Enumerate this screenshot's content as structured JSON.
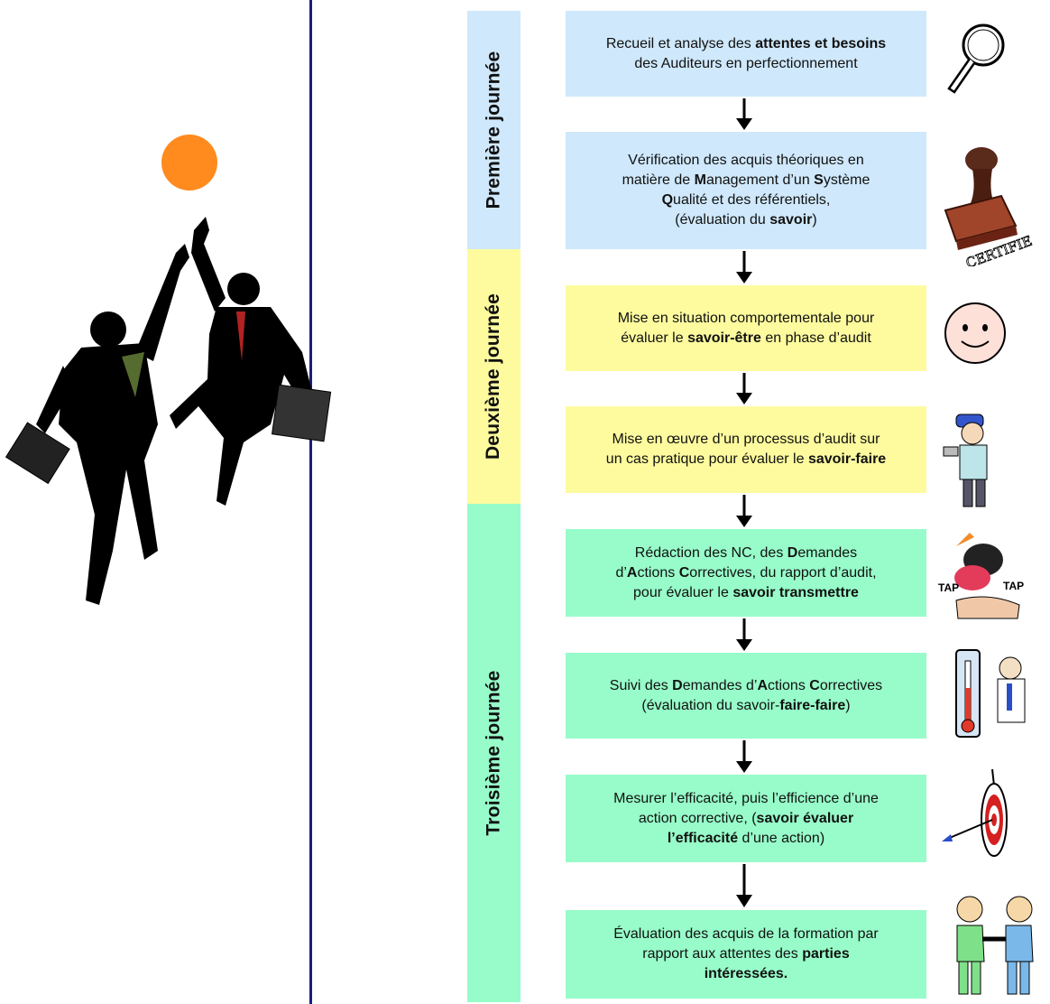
{
  "colors": {
    "blue": "#cfe8fb",
    "yellow": "#fdfb9e",
    "green": "#97fcc9",
    "divider": "#1a1f7a",
    "sun": "#ff8a1e"
  },
  "days": [
    {
      "label": "Première journée",
      "color": "blue"
    },
    {
      "label": "Deuxième journée",
      "color": "yellow"
    },
    {
      "label": "Troisième journée",
      "color": "green"
    }
  ],
  "steps": [
    {
      "color": "blue",
      "icon": "magnifying-glass-icon",
      "lines": [
        [
          {
            "t": "Recueil et analyse des "
          },
          {
            "t": "attentes et besoins",
            "b": 1
          }
        ],
        [
          {
            "t": "des Auditeurs en perfectionnement"
          }
        ]
      ]
    },
    {
      "color": "blue",
      "icon": "certified-stamp-icon",
      "lines": [
        [
          {
            "t": "Vérification des acquis théoriques en"
          }
        ],
        [
          {
            "t": "matière de "
          },
          {
            "t": "M",
            "b": 1
          },
          {
            "t": "anagement d’un "
          },
          {
            "t": "S",
            "b": 1
          },
          {
            "t": "ystème"
          }
        ],
        [
          {
            "t": "Q",
            "b": 1
          },
          {
            "t": "ualité et des référentiels,"
          }
        ],
        [
          {
            "t": "(évaluation du "
          },
          {
            "t": "savoir",
            "b": 1
          },
          {
            "t": ")"
          }
        ]
      ]
    },
    {
      "color": "yellow",
      "icon": "smiley-face-icon",
      "lines": [
        [
          {
            "t": "Mise en situation comportementale pour"
          }
        ],
        [
          {
            "t": "évaluer le "
          },
          {
            "t": "savoir-être",
            "b": 1
          },
          {
            "t": " en phase d’audit"
          }
        ]
      ]
    },
    {
      "color": "yellow",
      "icon": "inspector-icon",
      "lines": [
        [
          {
            "t": "Mise en œuvre d’un processus d’audit sur"
          }
        ],
        [
          {
            "t": "un cas pratique pour évaluer le "
          },
          {
            "t": "savoir-faire",
            "b": 1
          }
        ]
      ]
    },
    {
      "color": "green",
      "icon": "cartoon-typing-icon",
      "lines": [
        [
          {
            "t": "Rédaction des NC, des "
          },
          {
            "t": "D",
            "b": 1
          },
          {
            "t": "emandes"
          }
        ],
        [
          {
            "t": "d’"
          },
          {
            "t": "A",
            "b": 1
          },
          {
            "t": "ctions "
          },
          {
            "t": "C",
            "b": 1
          },
          {
            "t": "orrectives, du rapport d’audit,"
          }
        ],
        [
          {
            "t": "pour évaluer le "
          },
          {
            "t": "savoir transmettre",
            "b": 1
          }
        ]
      ]
    },
    {
      "color": "green",
      "icon": "doctor-thermometer-icon",
      "lines": [
        [
          {
            "t": "Suivi des "
          },
          {
            "t": "D",
            "b": 1
          },
          {
            "t": "emandes d’"
          },
          {
            "t": "A",
            "b": 1
          },
          {
            "t": "ctions "
          },
          {
            "t": "C",
            "b": 1
          },
          {
            "t": "orrectives"
          }
        ],
        [
          {
            "t": "(évaluation du savoir-"
          },
          {
            "t": "faire-faire",
            "b": 1
          },
          {
            "t": ")"
          }
        ]
      ]
    },
    {
      "color": "green",
      "icon": "target-dart-icon",
      "lines": [
        [
          {
            "t": "Mesurer l’efficacité, puis l’efficience d’une"
          }
        ],
        [
          {
            "t": "action corrective, ("
          },
          {
            "t": "savoir évaluer",
            "b": 1
          }
        ],
        [
          {
            "t": "l’efficacité",
            "b": 1
          },
          {
            "t": " d’une action)"
          }
        ]
      ]
    },
    {
      "color": "green",
      "icon": "handshake-icon",
      "lines": [
        [
          {
            "t": "Évaluation des acquis de la formation par"
          }
        ],
        [
          {
            "t": "rapport aux attentes des "
          },
          {
            "t": "parties",
            "b": 1
          }
        ],
        [
          {
            "t": "intéressées.",
            "b": 1
          }
        ]
      ]
    }
  ],
  "stamp_text": "CERTIFIE"
}
